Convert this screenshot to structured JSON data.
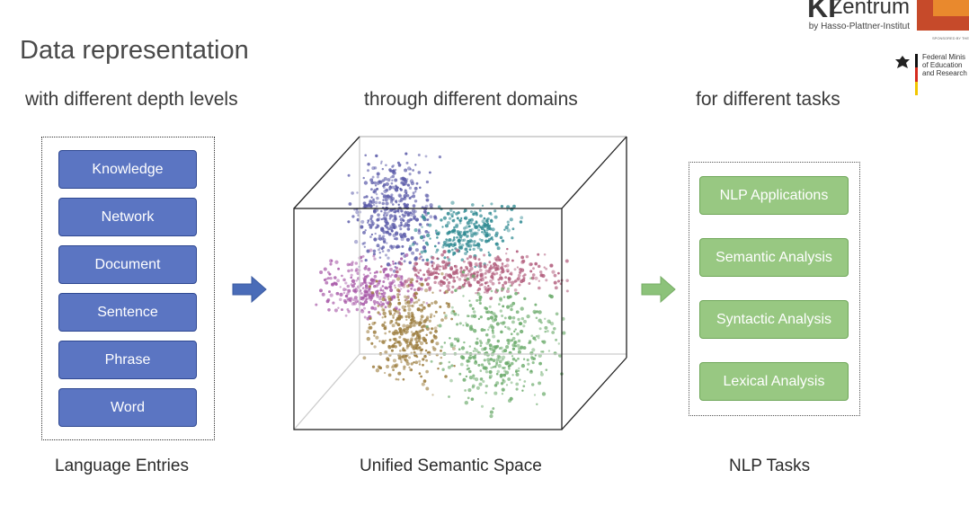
{
  "title": "Data representation",
  "columns": {
    "left": {
      "heading": "with different depth levels",
      "caption": "Language Entries",
      "items": [
        "Knowledge",
        "Network",
        "Document",
        "Sentence",
        "Phrase",
        "Word"
      ]
    },
    "middle": {
      "heading": "through different domains",
      "caption": "Unified Semantic Space"
    },
    "right": {
      "heading": "for different tasks",
      "caption": "NLP Tasks",
      "items": [
        "NLP Applications",
        "Semantic Analysis",
        "Syntactic Analysis",
        "Lexical Analysis"
      ]
    }
  },
  "logo": {
    "mark": "KI",
    "name": "Zentrum",
    "subtitle": "by Hasso-Plattner-Institut",
    "sponsored": "SPONSORED BY THE",
    "ministry": [
      "Federal Minis",
      "of Education",
      "and Research"
    ]
  },
  "colors": {
    "left_box_fill": "#5b75c2",
    "right_box_fill": "#98c882",
    "arrow_left": "#4a6cb8",
    "arrow_right": "#8cc27a",
    "clusters": [
      "#5a5aa8",
      "#2f8a92",
      "#b05a7a",
      "#a85aa8",
      "#9a7a3a",
      "#6aaa6a"
    ]
  }
}
